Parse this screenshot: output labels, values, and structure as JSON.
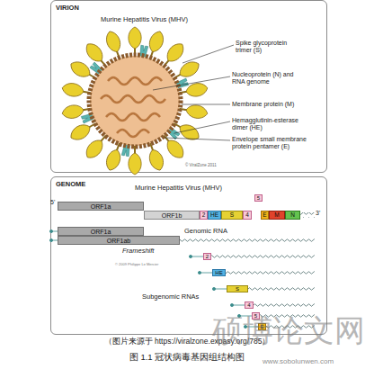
{
  "diagram": {
    "caption": "图 1.1 冠状病毒基因组结构图",
    "nodes": [
      {
        "text": [
          "VIRION"
        ]
      },
      {
        "text": [
          "GENOME"
        ]
      },
      {
        "text": [
          "ORF1a"
        ],
        "in": 1
      },
      {
        "text": [
          "ORF1b"
        ],
        "in": 1
      },
      {
        "text": [
          "2"
        ],
        "in": 1
      },
      {
        "text": [
          "HE"
        ],
        "in": 1
      },
      {
        "text": [
          "S"
        ],
        "in": 1
      },
      {
        "text": [
          "4"
        ],
        "in": 1
      },
      {
        "text": [
          "5"
        ],
        "in": 1
      },
      {
        "text": [
          "E"
        ],
        "in": 1
      },
      {
        "text": [
          "M"
        ],
        "in": 1
      },
      {
        "text": [
          "N"
        ],
        "in": 1
      },
      {
        "text": [
          "ORF1a"
        ],
        "in": 1
      },
      {
        "text": [
          "ORF1ab"
        ],
        "in": 1
      },
      {
        "text": [
          "2"
        ],
        "in": 1
      },
      {
        "text": [
          "HE"
        ],
        "in": 1
      },
      {
        "text": [
          "S"
        ],
        "in": 1
      },
      {
        "text": [
          "4"
        ],
        "in": 1
      },
      {
        "text": [
          "5"
        ],
        "in": 1
      },
      {
        "text": [
          "E"
        ],
        "in": 1
      }
    ],
    "labels": [
      "Murine Hepatitis Virus (MHV)",
      "Spike glycoprotein trimer (S)",
      "Nucleoprotein (N) and RNA genome",
      "Membrane protein (M)",
      "Hemagglutinin-esterase dimer (HE)",
      "Envelope small membrane protein pentamer (E)",
      "© ViralZone 2011",
      "Murine Hepatitis Virus (MHV)",
      "5'",
      "3'",
      "Genomic RNA",
      "Frameshift",
      "© 2009 Philippe Le Mercier",
      "Subgenomic RNAs",
      "（图片来源于 https://viralzone.expasy.org/785）",
      "硕博论文网",
      "www.sobolunwen.com"
    ]
  }
}
